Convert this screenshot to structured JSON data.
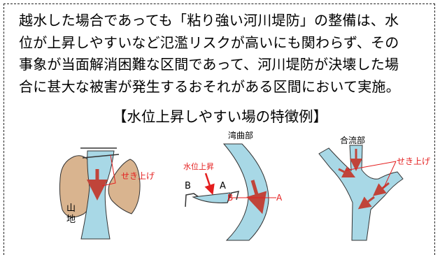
{
  "text": {
    "lines": [
      "越水した場合であっても「粘り強い河川堤防」の整備は、水",
      "位が上昇しやすいなど氾濫リスクが高いにも関わらず、その",
      "事象が当面解消困難な区間であって、河川堤防が決壊した場",
      "合に甚大な被害が発生するおそれがある区間において実施。"
    ],
    "subtitle": "【水位上昇しやすい場の特徴例】"
  },
  "diagrams": {
    "narrow": {
      "backwater_label": "せき上げ",
      "mountain_label_1": "山",
      "mountain_label_2": "地"
    },
    "bend": {
      "title": "湾曲部",
      "rise_label": "水位上昇",
      "point_b": "B",
      "point_a": "A",
      "point_b2": "B",
      "point_a2": "A"
    },
    "confluence": {
      "title": "合流部",
      "backwater_label": "せき上げ"
    }
  },
  "colors": {
    "water": "#a8d8e6",
    "mountain": "#d9b48f",
    "arrow": "#c0443a",
    "label": "#e41e1e"
  }
}
